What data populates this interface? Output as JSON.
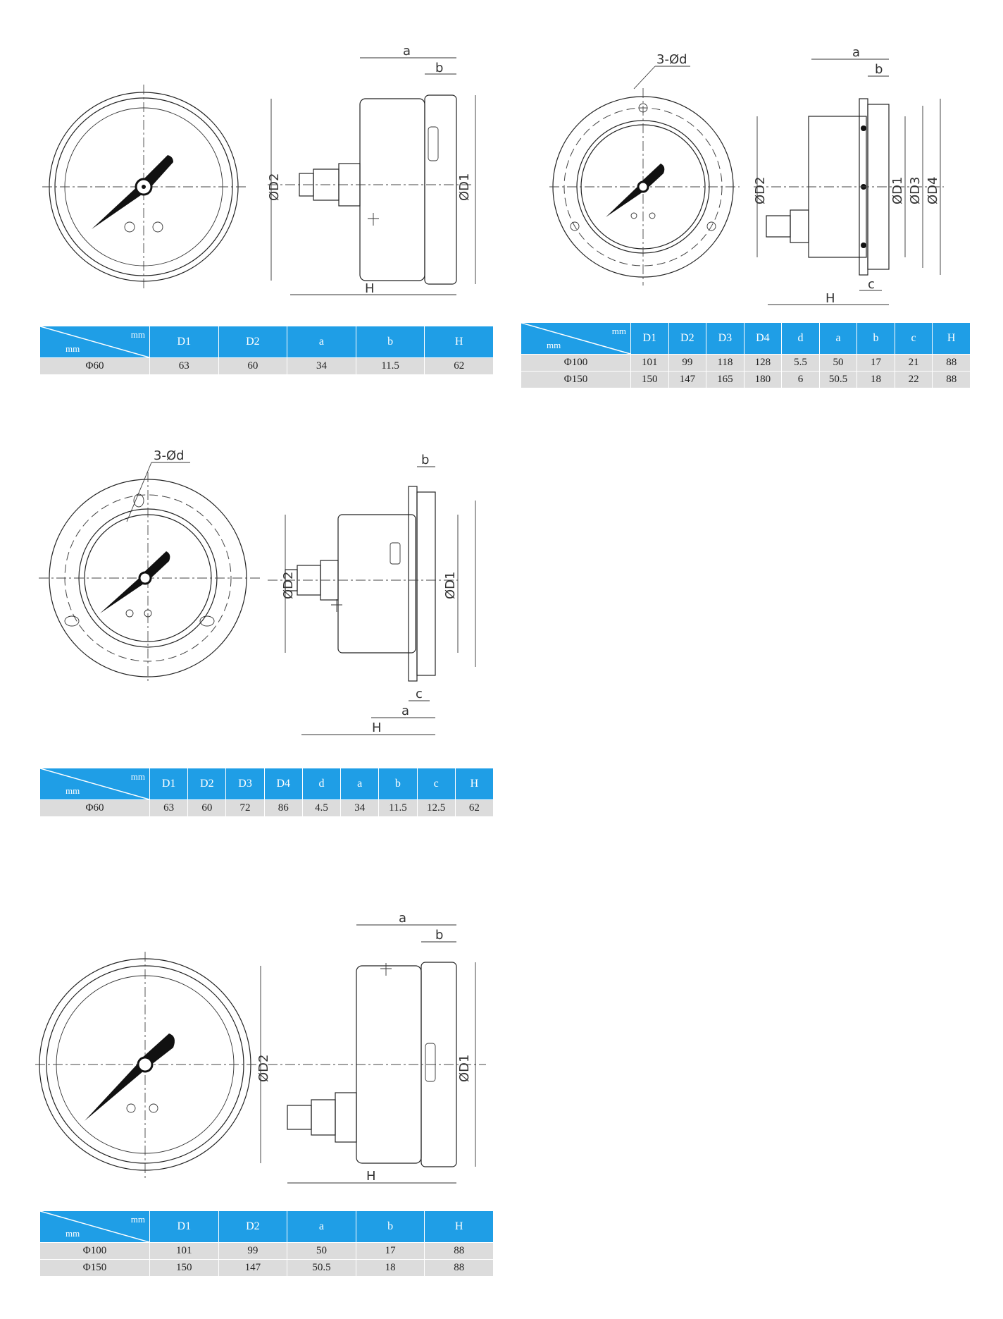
{
  "tables": [
    {
      "id": "t1",
      "corner_top": "mm",
      "corner_bottom": "mm",
      "headers": [
        "D1",
        "D2",
        "a",
        "b",
        "H"
      ],
      "rows": [
        {
          "model": "Φ60",
          "values": [
            "63",
            "60",
            "34",
            "11.5",
            "62"
          ]
        }
      ]
    },
    {
      "id": "t2",
      "corner_top": "mm",
      "corner_bottom": "mm",
      "headers": [
        "D1",
        "D2",
        "D3",
        "D4",
        "d",
        "a",
        "b",
        "c",
        "H"
      ],
      "rows": [
        {
          "model": "Φ100",
          "values": [
            "101",
            "99",
            "118",
            "128",
            "5.5",
            "50",
            "17",
            "21",
            "88"
          ]
        },
        {
          "model": "Φ150",
          "values": [
            "150",
            "147",
            "165",
            "180",
            "6",
            "50.5",
            "18",
            "22",
            "88"
          ]
        }
      ]
    },
    {
      "id": "t3",
      "corner_top": "mm",
      "corner_bottom": "mm",
      "headers": [
        "D1",
        "D2",
        "D3",
        "D4",
        "d",
        "a",
        "b",
        "c",
        "H"
      ],
      "rows": [
        {
          "model": "Φ60",
          "values": [
            "63",
            "60",
            "72",
            "86",
            "4.5",
            "34",
            "11.5",
            "12.5",
            "62"
          ]
        }
      ]
    },
    {
      "id": "t4",
      "corner_top": "mm",
      "corner_bottom": "mm",
      "headers": [
        "D1",
        "D2",
        "a",
        "b",
        "H"
      ],
      "rows": [
        {
          "model": "Φ100",
          "values": [
            "101",
            "99",
            "50",
            "17",
            "88"
          ]
        },
        {
          "model": "Φ150",
          "values": [
            "150",
            "147",
            "50.5",
            "18",
            "88"
          ]
        }
      ]
    }
  ],
  "labels": {
    "a": "a",
    "b": "b",
    "c": "c",
    "H": "H",
    "D1": "ØD1",
    "D2": "ØD2",
    "D3": "ØD3",
    "D4": "ØD4",
    "holes": "3-Ød"
  }
}
